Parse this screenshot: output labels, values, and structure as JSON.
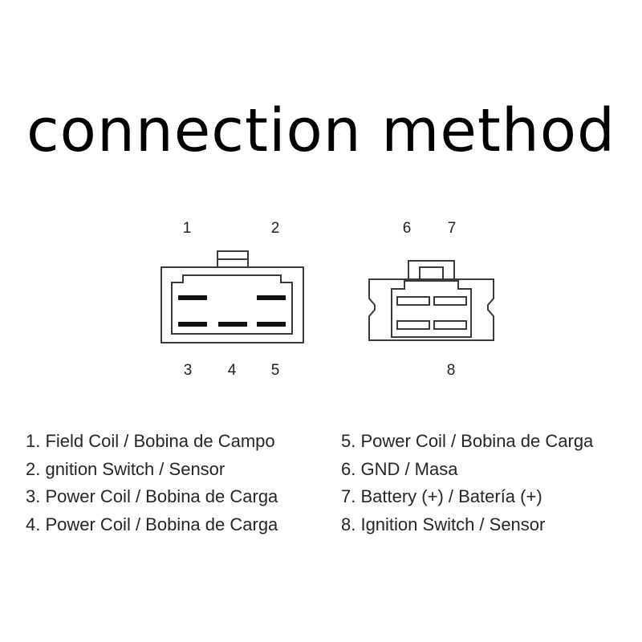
{
  "title": "connection method",
  "connectors": {
    "left": {
      "pins_top": [
        "1",
        "2"
      ],
      "pins_bottom": [
        "3",
        "4",
        "5"
      ]
    },
    "right": {
      "pins_top": [
        "6",
        "7"
      ],
      "pins_bottom": [
        "8"
      ]
    }
  },
  "legend": {
    "left": [
      "1. Field Coil / Bobina de Campo",
      "2. gnition Switch / Sensor",
      "3. Power Coil / Bobina de Carga",
      "4. Power Coil / Bobina de Carga"
    ],
    "right": [
      "5. Power Coil / Bobina de Carga",
      "6. GND / Masa",
      "7. Battery (+) / Batería (+)",
      "8. Ignition Switch / Sensor"
    ]
  },
  "colors": {
    "outline": "#3a3a3a",
    "pin": "#111111",
    "text": "#262626"
  }
}
